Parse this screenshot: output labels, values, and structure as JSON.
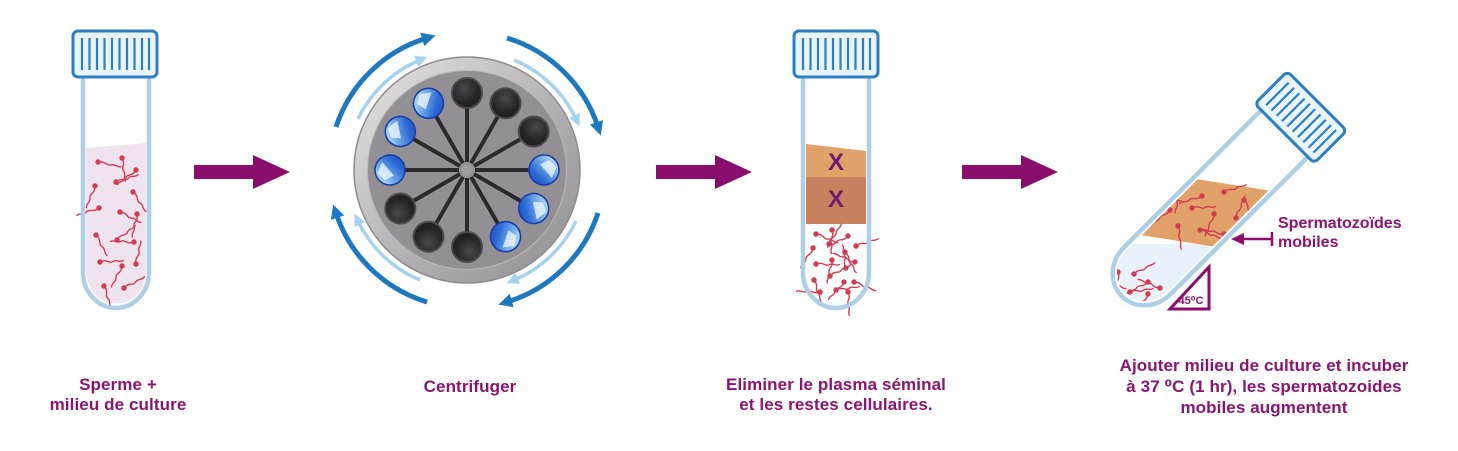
{
  "diagram": {
    "description_names": [
      "sperm-culture-tube",
      "centrifuge",
      "discard-tube",
      "incubated-tilted-tube"
    ],
    "steps": [
      {
        "caption": [
          "Sperme +",
          "milieu de culture"
        ]
      },
      {
        "caption": [
          "Centrifuger"
        ]
      },
      {
        "caption": [
          "Eliminer le plasma séminal",
          "et les restes cellulaires."
        ],
        "marks": [
          "X",
          "X"
        ]
      },
      {
        "caption": [
          "Ajouter milieu de culture et incuber",
          "à 37 ⁰C (1 hr), les spermatozoides",
          "mobiles augmentent"
        ],
        "annotation": [
          "Spermatozoïdes",
          "mobiles"
        ],
        "angle_label": "45⁰C"
      }
    ],
    "colors": {
      "accent_magenta": "#8B146E",
      "arrow_magenta": "#8A0E6B",
      "mark_purple": "#6F1B70",
      "blue_arrow_dark": "#1E78C0",
      "blue_arrow_light": "#A6D2EE",
      "cap_blue": "#2E7FC2",
      "tube_wall_blue": "#AECFE6",
      "semen_pink": "#EFE4EE",
      "sperm_red": "#D23B52",
      "plasma_layer_light": "#E0A269",
      "plasma_layer_dark": "#C9805F",
      "centrifuge_gray": "#929092",
      "ball_blue": "#2E6BD6",
      "ball_dark": "#232124"
    }
  }
}
